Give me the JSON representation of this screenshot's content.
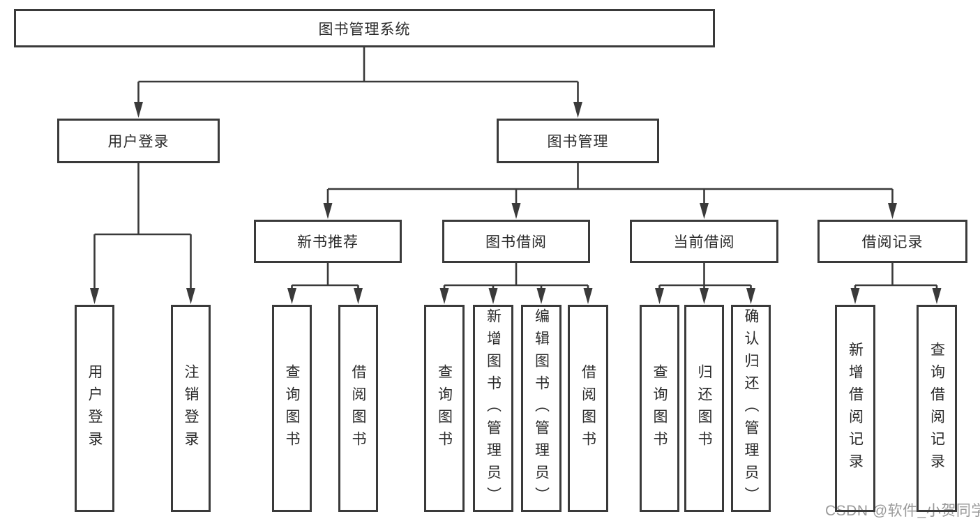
{
  "nodes": {
    "root": "图书管理系统",
    "user_login": "用户登录",
    "book_management": "图书管理",
    "new_book_recommend": "新书推荐",
    "book_borrowing": "图书借阅",
    "current_borrowing": "当前借阅",
    "borrowing_records": "借阅记录",
    "leaf_user_login": "用户登录",
    "leaf_logout": "注销登录",
    "leaf_query_books_recommend": "查询图书",
    "leaf_borrow_books_recommend": "借阅图书",
    "leaf_query_books_borrowing": "查询图书",
    "leaf_add_book_admin": "新增图书（管理员）",
    "leaf_edit_book_admin": "编辑图书（管理员）",
    "leaf_borrow_books_borrowing": "借阅图书",
    "leaf_query_books_current": "查询图书",
    "leaf_return_book": "归还图书",
    "leaf_confirm_return_admin": "确认归还（管理员）",
    "leaf_add_borrow_record": "新增借阅记录",
    "leaf_query_borrow_record": "查询借阅记录"
  },
  "watermark": "CSDN @软件_小贺同学",
  "colors": {
    "line": "#3a3a3a",
    "text": "#2b2b2b",
    "box_fill": "#ffffff",
    "watermark": "#9a9a9a",
    "background": "#ffffff"
  }
}
